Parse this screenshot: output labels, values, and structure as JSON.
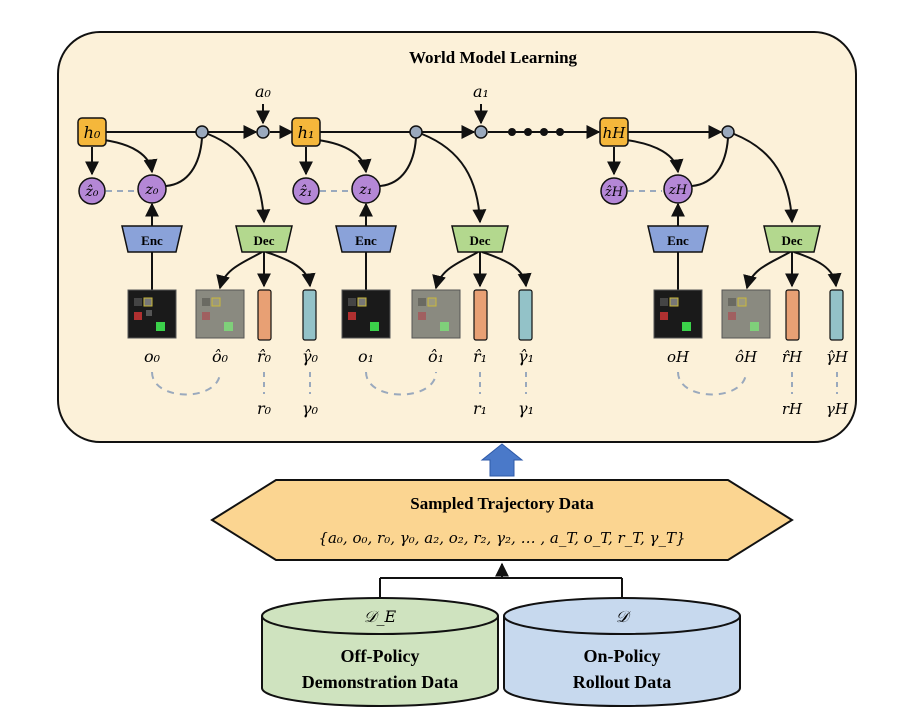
{
  "title": "World Model Learning",
  "steps": [
    {
      "h": "h₀",
      "z": "z₀",
      "zhat": "ẑ₀",
      "action": "a₀",
      "o": "o₀",
      "ohat": "ô₀",
      "rhat": "r̂₀",
      "ghat": "γ̂₀",
      "r": "r₀",
      "g": "γ₀"
    },
    {
      "h": "h₁",
      "z": "z₁",
      "zhat": "ẑ₁",
      "action": "a₁",
      "o": "o₁",
      "ohat": "ô₁",
      "rhat": "r̂₁",
      "ghat": "γ̂₁",
      "r": "r₁",
      "g": "γ₁"
    },
    {
      "h": "hH",
      "z": "zH",
      "zhat": "ẑH",
      "action": "",
      "o": "oH",
      "ohat": "ôH",
      "rhat": "r̂H",
      "ghat": "γ̂H",
      "r": "rH",
      "g": "γH"
    }
  ],
  "encoder_label": "Enc",
  "decoder_label": "Dec",
  "trajectory": {
    "title": "Sampled Trajectory Data",
    "sequence": "{a₀, o₀, r₀, γ₀, a₂, o₂, r₂, γ₂, … , a_T, o_T, r_T, γ_T}"
  },
  "datasets": [
    {
      "symbol": "𝒟_E",
      "line1": "Off-Policy",
      "line2": "Demonstration Data"
    },
    {
      "symbol": "𝒟",
      "line1": "On-Policy",
      "line2": "Rollout Data"
    }
  ],
  "colors": {
    "panel_fill": "#fcf1d9",
    "h_node": "#f5b73b",
    "z_node": "#b487d6",
    "encoder": "#8aa2d9",
    "decoder": "#b3d88e",
    "reward_bar": "#e8a074",
    "gamma_bar": "#93c2c8",
    "hexagon": "#fbd591",
    "arrow_up": "#4a79c9",
    "db_demo": "#cfe3bf",
    "db_rollout": "#c7d9ee",
    "dashed": "#9aa9bd"
  }
}
